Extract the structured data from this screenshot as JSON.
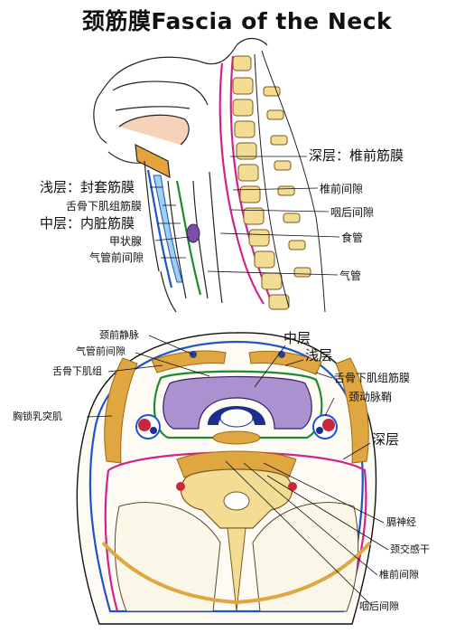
{
  "title": "颈筋膜Fascia of the Neck",
  "sagittal": {
    "superficial_layer": "浅层：封套筋膜",
    "infrahyoid_fascia": "舌骨下肌组筋膜",
    "middle_layer": "中层：内脏筋膜",
    "thyroid": "甲状腺",
    "pretracheal_space": "气管前间隙",
    "deep_layer": "深层：椎前筋膜",
    "prevertebral_space": "椎前间隙",
    "retropharyngeal_space": "咽后间隙",
    "esophagus": "食管",
    "trachea": "气管"
  },
  "cross_section": {
    "anterior_jugular_vein": "颈前静脉",
    "pretracheal_space": "气管前间隙",
    "infrahyoid_muscles": "舌骨下肌组",
    "sternocleidomastoid": "胸锁乳突肌",
    "middle_layer": "中层",
    "superficial_layer": "浅层",
    "infrahyoid_fascia": "舌骨下肌组筋膜",
    "carotid_sheath": "颈动脉鞘",
    "deep_layer": "深层",
    "phrenic_nerve": "膈神经",
    "sympathetic_trunk": "颈交感干",
    "prevertebral_space": "椎前间隙",
    "retropharyngeal_space": "咽后间隙"
  },
  "colors": {
    "superficial_fascia": "#1b55c9",
    "middle_fascia": "#1d8a2e",
    "deep_fascia": "#d2238a",
    "muscle": "#e0a640",
    "bone": "#f3dc93",
    "thyroid": "#a992cf"
  }
}
